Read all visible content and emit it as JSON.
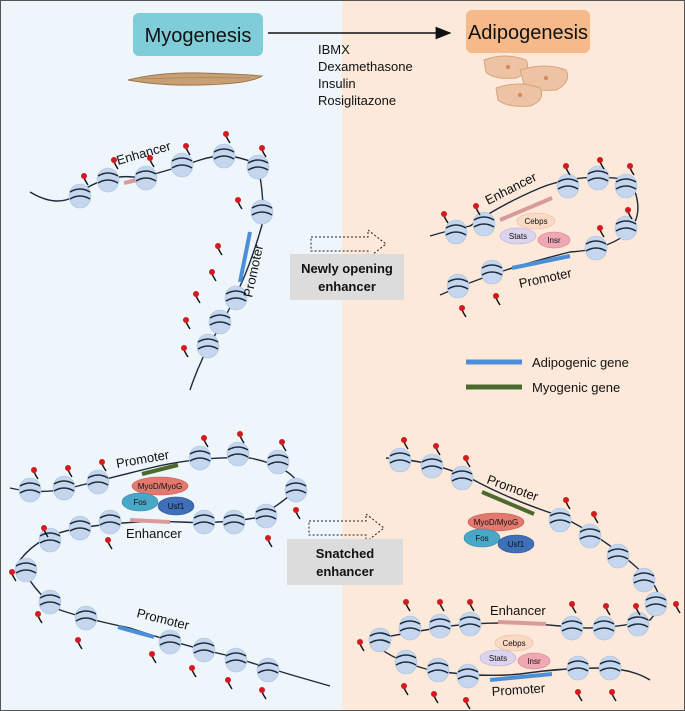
{
  "title_left": "Myogenesis",
  "title_right": "Adipogenesis",
  "treatments": [
    "IBMX",
    "Dexamethasone",
    "Insulin",
    "Rosiglitazone"
  ],
  "top": {
    "enhancer": "Enhancer",
    "promoter": "Promoter",
    "box": [
      "Newly opening",
      "enhancer"
    ],
    "right_enhancer": "Enhancer",
    "right_promoter": "Promoter",
    "factors": [
      "Cebps",
      "Stats",
      "Insr"
    ]
  },
  "legend": {
    "adipogenic": "Adipogenic gene",
    "myogenic": "Myogenic gene",
    "adipogenic_color": "#4a8fd8",
    "myogenic_color": "#4b6a2c"
  },
  "bottom": {
    "promoter": "Promoter",
    "enhancer": "Enhancer",
    "promoter2": "Promoter",
    "left_factors": [
      "MyoD/MyoG",
      "Fos",
      "Usf1"
    ],
    "box": [
      "Snatched",
      "enhancer"
    ],
    "right_promoter": "Promoter",
    "right_factors": [
      "MyoD/MyoG",
      "Fos",
      "Usf1"
    ],
    "right_enhancer": "Enhancer",
    "right_factors2": [
      "Cebps",
      "Stats",
      "Insr"
    ],
    "right_promoter2": "Promoter"
  },
  "colors": {
    "left_bg": "#eef6fb",
    "right_bg": "#fce9da",
    "title_box": "#7fcdd9",
    "title_box_right": "#f6b98a",
    "nucleosome": "#c5d7ee",
    "mark": "#d4191f",
    "enhancer_seg": "#d99a9a"
  }
}
